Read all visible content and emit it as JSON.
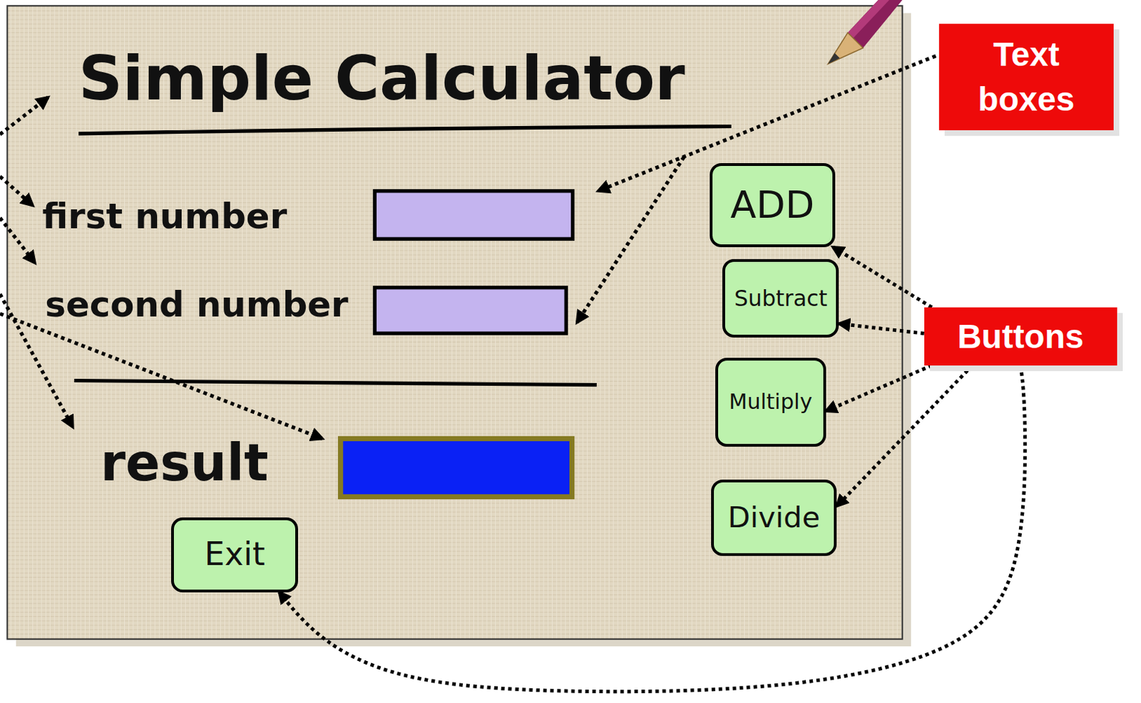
{
  "diagram": {
    "title": "Simple Calculator",
    "nodes": [
      {
        "text": [
          "Text boxes"
        ]
      },
      {
        "text": [
          "ADD"
        ]
      },
      {
        "text": [
          "Subtract"
        ]
      },
      {
        "text": [
          "Buttons"
        ]
      },
      {
        "text": [
          "Multiply"
        ]
      },
      {
        "text": [
          "Divide"
        ]
      },
      {
        "text": [
          "Exit"
        ]
      }
    ],
    "edges": [
      {
        "from": 3,
        "to": 1,
        "arrow": "to"
      },
      {
        "from": 3,
        "to": 2,
        "arrow": "to"
      },
      {
        "from": 3,
        "to": 4,
        "arrow": "to"
      },
      {
        "from": 3,
        "to": 5,
        "arrow": "to"
      },
      {
        "from": 3,
        "to": 6,
        "arrow": "to"
      }
    ],
    "labels": [
      "first number",
      "second number",
      "result"
    ]
  }
}
